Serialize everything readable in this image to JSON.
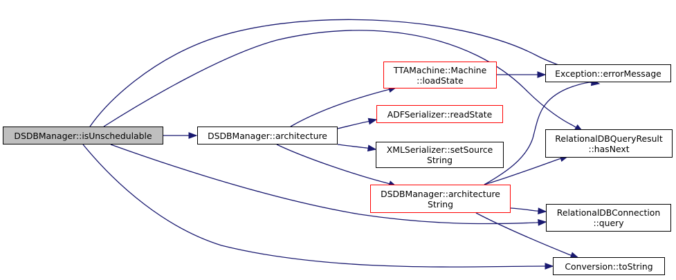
{
  "diagram": {
    "edge_color": "#191970",
    "nodes": [
      {
        "id": "root",
        "lines": [
          "DSDBManager::isUnschedulable"
        ],
        "fill": "#bfbfbf",
        "border": "#000000"
      },
      {
        "id": "architecture",
        "lines": [
          "DSDBManager::architecture"
        ],
        "fill": "#ffffff",
        "border": "#000000"
      },
      {
        "id": "loadstate",
        "lines": [
          "TTAMachine::Machine",
          "::loadState"
        ],
        "fill": "#ffffff",
        "border": "#ff0000"
      },
      {
        "id": "readstate",
        "lines": [
          "ADFSerializer::readState"
        ],
        "fill": "#ffffff",
        "border": "#ff0000"
      },
      {
        "id": "setsource",
        "lines": [
          "XMLSerializer::setSource",
          "String"
        ],
        "fill": "#ffffff",
        "border": "#000000"
      },
      {
        "id": "archstring",
        "lines": [
          "DSDBManager::architecture",
          "String"
        ],
        "fill": "#ffffff",
        "border": "#ff0000"
      },
      {
        "id": "errormessage",
        "lines": [
          "Exception::errorMessage"
        ],
        "fill": "#ffffff",
        "border": "#000000"
      },
      {
        "id": "hasnext",
        "lines": [
          "RelationalDBQueryResult",
          "::hasNext"
        ],
        "fill": "#ffffff",
        "border": "#000000"
      },
      {
        "id": "query",
        "lines": [
          "RelationalDBConnection",
          "::query"
        ],
        "fill": "#ffffff",
        "border": "#000000"
      },
      {
        "id": "tostring",
        "lines": [
          "Conversion::toString"
        ],
        "fill": "#ffffff",
        "border": "#000000"
      }
    ],
    "edges": [
      {
        "from": "root",
        "to": "architecture"
      },
      {
        "from": "root",
        "to": "errormessage"
      },
      {
        "from": "root",
        "to": "hasnext"
      },
      {
        "from": "root",
        "to": "query"
      },
      {
        "from": "root",
        "to": "tostring"
      },
      {
        "from": "architecture",
        "to": "loadstate"
      },
      {
        "from": "architecture",
        "to": "readstate"
      },
      {
        "from": "architecture",
        "to": "setsource"
      },
      {
        "from": "architecture",
        "to": "archstring"
      },
      {
        "from": "loadstate",
        "to": "errormessage"
      },
      {
        "from": "archstring",
        "to": "errormessage"
      },
      {
        "from": "archstring",
        "to": "hasnext"
      },
      {
        "from": "archstring",
        "to": "query"
      },
      {
        "from": "archstring",
        "to": "tostring"
      }
    ]
  }
}
